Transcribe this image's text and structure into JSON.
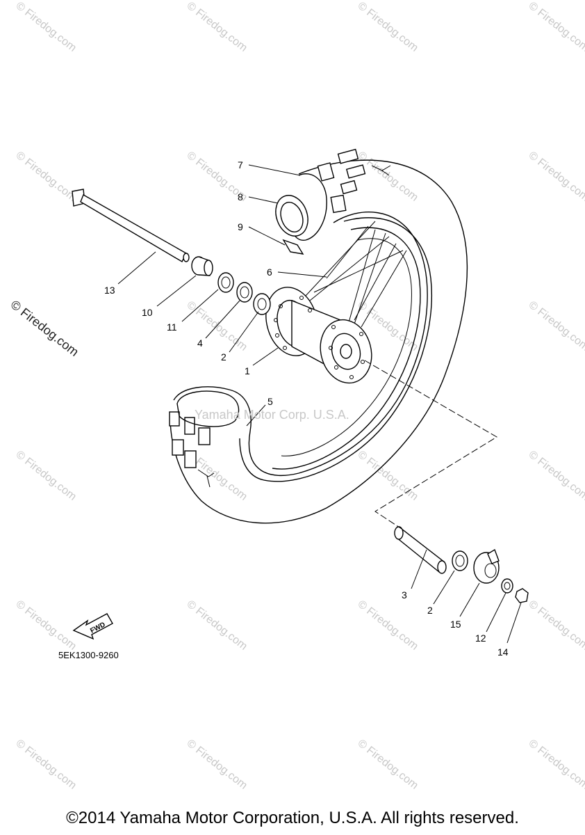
{
  "watermark": {
    "text": "© Firedog.com",
    "center_text": "Yamaha Motor Corp. U.S.A."
  },
  "diagram": {
    "code": "5EK1300-9260",
    "fwd_label": "FWD",
    "callouts": [
      {
        "id": "7",
        "label": "7"
      },
      {
        "id": "8",
        "label": "8"
      },
      {
        "id": "9",
        "label": "9"
      },
      {
        "id": "6",
        "label": "6"
      },
      {
        "id": "13",
        "label": "13"
      },
      {
        "id": "10",
        "label": "10"
      },
      {
        "id": "11",
        "label": "11"
      },
      {
        "id": "4",
        "label": "4"
      },
      {
        "id": "2a",
        "label": "2"
      },
      {
        "id": "1",
        "label": "1"
      },
      {
        "id": "5",
        "label": "5"
      },
      {
        "id": "3",
        "label": "3"
      },
      {
        "id": "2b",
        "label": "2"
      },
      {
        "id": "15",
        "label": "15"
      },
      {
        "id": "12",
        "label": "12"
      },
      {
        "id": "14",
        "label": "14"
      }
    ]
  },
  "footer": {
    "copyright": "©2014 Yamaha Motor Corporation, U.S.A. All rights reserved."
  }
}
